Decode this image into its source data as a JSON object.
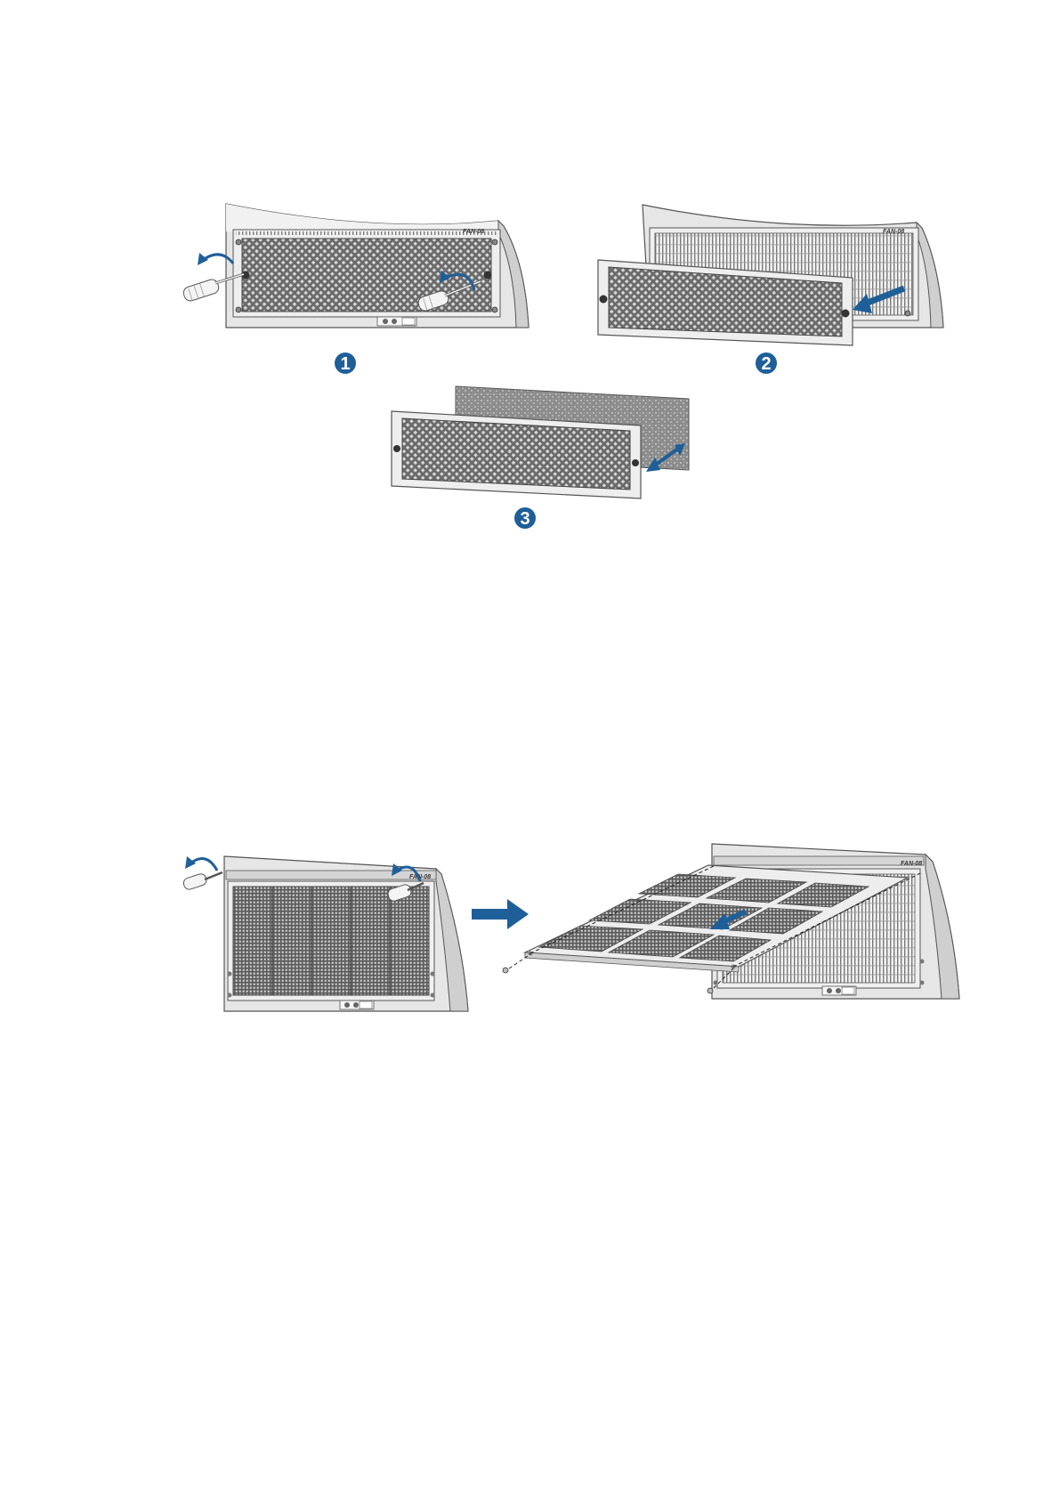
{
  "figure_top": {
    "steps": [
      {
        "number": "1"
      },
      {
        "number": "2"
      },
      {
        "number": "3"
      }
    ],
    "brand_label": "FAN-08"
  },
  "figure_bottom": {
    "brand_label": "FAN-08"
  },
  "colors": {
    "accent_blue": "#1f5f99",
    "panel_gray": "#e8e8e8",
    "mesh_dark": "#5a5a5a",
    "outline": "#555555"
  }
}
